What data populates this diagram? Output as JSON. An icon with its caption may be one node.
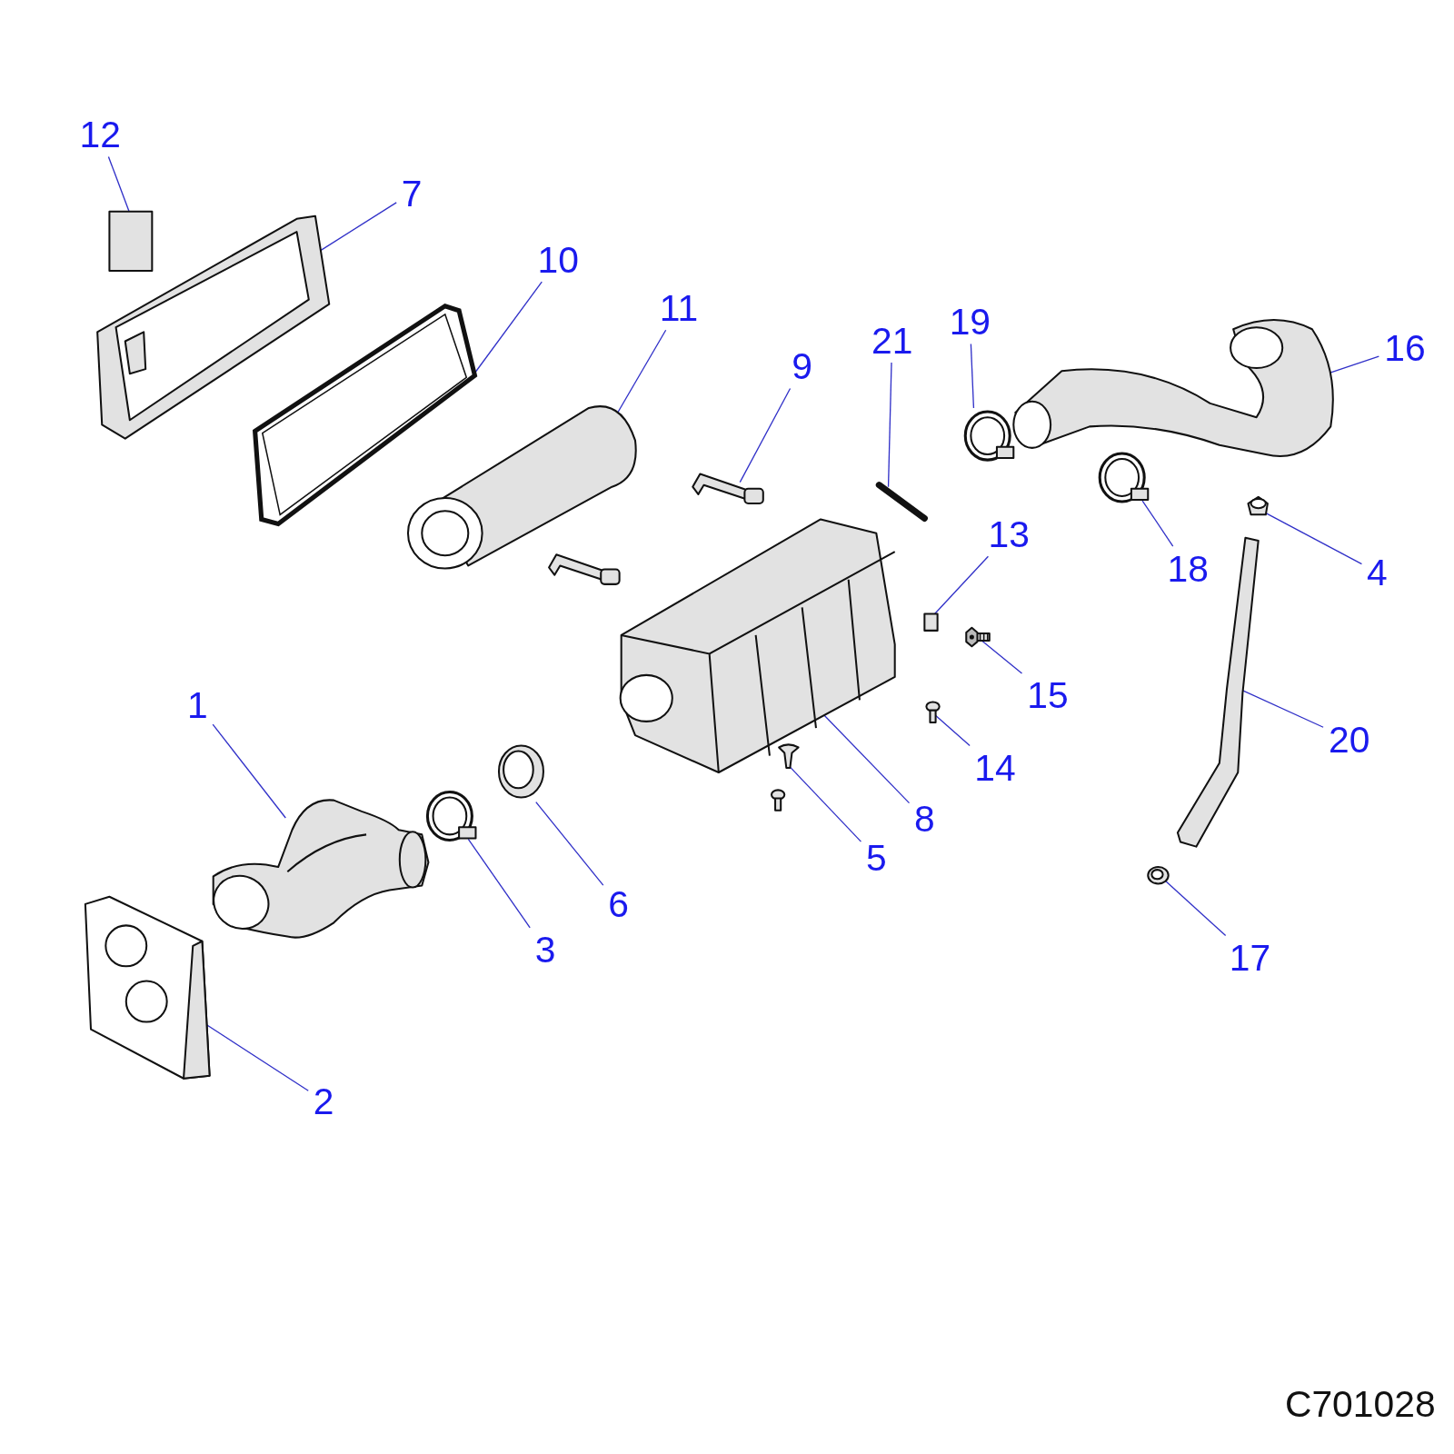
{
  "diagram": {
    "nodes": [
      {
        "text": [
          "1"
        ]
      },
      {
        "text": [],
        "shape": "picture"
      },
      {
        "text": [
          "2"
        ]
      },
      {
        "text": [],
        "shape": "picture"
      },
      {
        "text": [
          "3"
        ]
      },
      {
        "text": [],
        "shape": "picture"
      },
      {
        "text": [
          "4"
        ]
      },
      {
        "text": [],
        "shape": "picture"
      },
      {
        "text": [
          "5"
        ]
      },
      {
        "text": [],
        "shape": "picture"
      },
      {
        "text": [
          "6"
        ]
      },
      {
        "text": [],
        "shape": "picture"
      },
      {
        "text": [
          "7"
        ]
      },
      {
        "text": [],
        "shape": "picture"
      },
      {
        "text": [
          "8"
        ]
      },
      {
        "text": [],
        "shape": "picture"
      },
      {
        "text": [
          "9"
        ]
      },
      {
        "text": [],
        "shape": "picture"
      },
      {
        "text": [
          "10"
        ]
      },
      {
        "text": [],
        "shape": "picture"
      },
      {
        "text": [
          "11"
        ]
      },
      {
        "text": [],
        "shape": "picture"
      },
      {
        "text": [
          "12"
        ]
      },
      {
        "text": [],
        "shape": "box"
      },
      {
        "text": [
          "13"
        ]
      },
      {
        "text": [],
        "shape": "box"
      },
      {
        "text": [
          "14"
        ]
      },
      {
        "text": [],
        "shape": "picture"
      },
      {
        "text": [
          "15"
        ]
      },
      {
        "text": [],
        "shape": "picture"
      },
      {
        "text": [
          "16"
        ]
      },
      {
        "text": [],
        "shape": "picture"
      },
      {
        "text": [
          "17"
        ]
      },
      {
        "text": [],
        "shape": "picture"
      },
      {
        "text": [
          "18"
        ]
      },
      {
        "text": [],
        "shape": "picture"
      },
      {
        "text": [
          "19"
        ]
      },
      {
        "text": [],
        "shape": "picture"
      },
      {
        "text": [
          "20"
        ]
      },
      {
        "text": [],
        "shape": "picture"
      },
      {
        "text": [
          "21"
        ]
      },
      {
        "text": [],
        "shape": "bar"
      },
      {
        "text": [],
        "shape": "picture"
      },
      {
        "text": [],
        "shape": "picture"
      }
    ],
    "edges": [
      {
        "from": 0,
        "to": 1,
        "arrow": "none"
      },
      {
        "from": 2,
        "to": 3,
        "arrow": "none"
      },
      {
        "from": 4,
        "to": 5,
        "arrow": "none"
      },
      {
        "from": 6,
        "to": 7,
        "arrow": "none"
      },
      {
        "from": 8,
        "to": 9,
        "arrow": "none"
      },
      {
        "from": 10,
        "to": 11,
        "arrow": "none"
      },
      {
        "from": 12,
        "to": 13,
        "arrow": "none"
      },
      {
        "from": 14,
        "to": 15,
        "arrow": "none"
      },
      {
        "from": 16,
        "to": 17,
        "arrow": "none"
      },
      {
        "from": 18,
        "to": 19,
        "arrow": "none"
      },
      {
        "from": 20,
        "to": 21,
        "arrow": "none"
      },
      {
        "from": 22,
        "to": 23,
        "arrow": "none"
      },
      {
        "from": 24,
        "to": 25,
        "arrow": "none"
      },
      {
        "from": 26,
        "to": 27,
        "arrow": "none"
      },
      {
        "from": 28,
        "to": 29,
        "arrow": "none"
      },
      {
        "from": 30,
        "to": 31,
        "arrow": "none"
      },
      {
        "from": 32,
        "to": 33,
        "arrow": "none"
      },
      {
        "from": 34,
        "to": 35,
        "arrow": "none"
      },
      {
        "from": 36,
        "to": 37,
        "arrow": "none"
      },
      {
        "from": 38,
        "to": 39,
        "arrow": "none"
      },
      {
        "from": 40,
        "to": 41,
        "arrow": "none"
      }
    ],
    "labels": [
      "C701028"
    ]
  }
}
